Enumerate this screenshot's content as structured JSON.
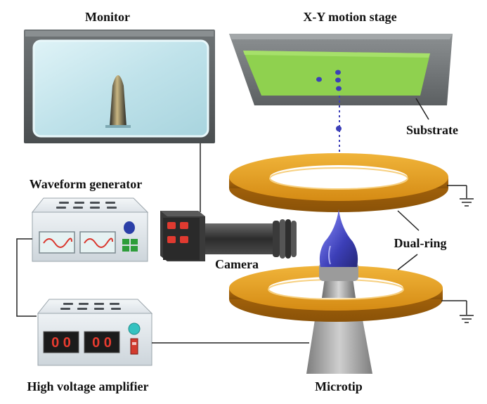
{
  "labels": {
    "monitor": "Monitor",
    "xy_stage": "X-Y motion stage",
    "substrate": "Substrate",
    "waveform_generator": "Waveform generator",
    "camera": "Camera",
    "dual_ring": "Dual-ring",
    "high_voltage_amplifier": "High voltage amplifier",
    "microtip": "Microtip"
  },
  "displays": {
    "amplifier_left": "0 0",
    "amplifier_right": "0 0"
  },
  "colors": {
    "substrate_green": "#8fd14f",
    "ring_gold": "#d9951c",
    "droplet_blue": "#3c3fb8",
    "display_red": "#e83b2f",
    "wire": "#222222"
  }
}
